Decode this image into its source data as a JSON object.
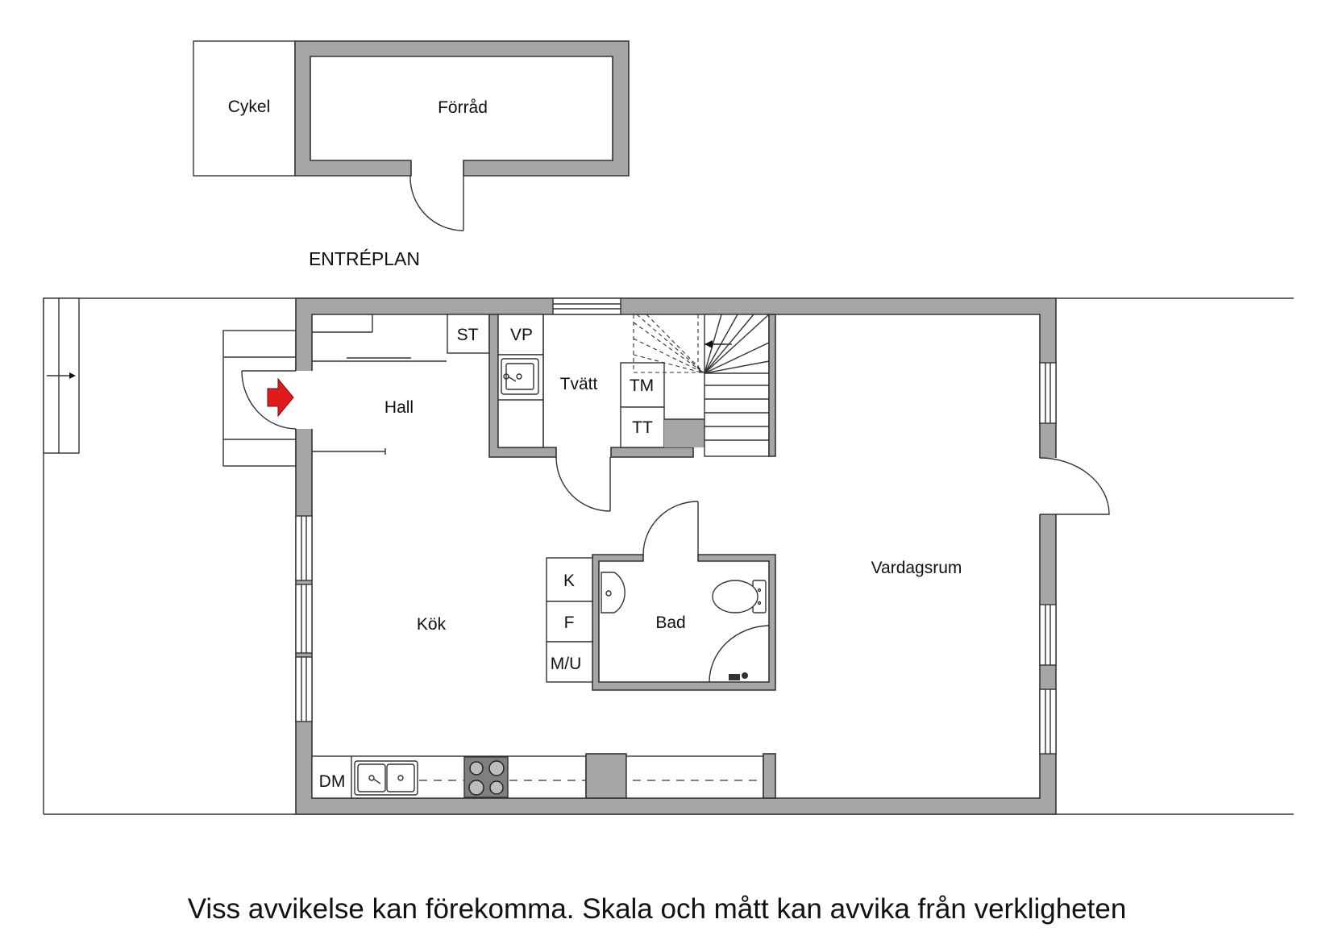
{
  "plan": {
    "section_title": "ENTRÉPLAN",
    "disclaimer": "Viss avvikelse kan förekomma. Skala och mått kan avvika från verkligheten",
    "accent_color": "#e01b1b",
    "wall_color": "#a6a6a6"
  },
  "rooms": {
    "cykel": "Cykel",
    "forrad": "Förråd",
    "hall": "Hall",
    "tvatt": "Tvätt",
    "kok": "Kök",
    "bad": "Bad",
    "vardagsrum": "Vardagsrum"
  },
  "fixtures": {
    "st": "ST",
    "vp": "VP",
    "tm": "TM",
    "tt": "TT",
    "k": "K",
    "f": "F",
    "mu": "M/U",
    "dm": "DM"
  },
  "icons": {
    "entrance": "entrance-arrow-icon",
    "stair": "stair-direction-arrow-icon",
    "sink": "sink-icon",
    "stove": "stove-icon",
    "toilet": "toilet-icon",
    "washbasin": "washbasin-icon",
    "shower": "shower-mixer-icon"
  }
}
